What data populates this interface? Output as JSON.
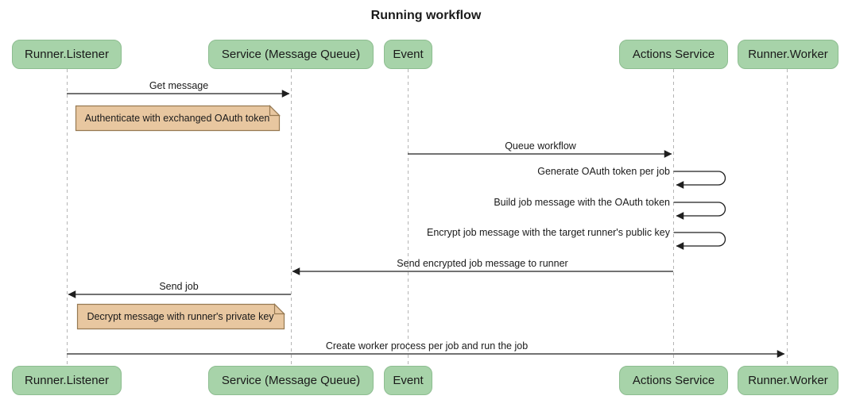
{
  "title": "Running workflow",
  "diagram_type": "sequence",
  "participants": [
    {
      "name": "Runner.Listener"
    },
    {
      "name": "Service (Message Queue)"
    },
    {
      "name": "Event"
    },
    {
      "name": "Actions Service"
    },
    {
      "name": "Runner.Worker"
    }
  ],
  "messages": [
    {
      "label": "Get message",
      "from": "Runner.Listener",
      "to": "Service (Message Queue)",
      "type": "solid-arrow"
    },
    {
      "label": "Queue workflow",
      "from": "Event",
      "to": "Actions Service",
      "type": "solid-arrow"
    },
    {
      "label": "Generate OAuth token per job",
      "from": "Actions Service",
      "to": "Actions Service",
      "type": "self-loop"
    },
    {
      "label": "Build job message with the OAuth token",
      "from": "Actions Service",
      "to": "Actions Service",
      "type": "self-loop"
    },
    {
      "label": "Encrypt job message with the target runner's public key",
      "from": "Actions Service",
      "to": "Actions Service",
      "type": "self-loop"
    },
    {
      "label": "Send encrypted job message to runner",
      "from": "Actions Service",
      "to": "Service (Message Queue)",
      "type": "solid-arrow"
    },
    {
      "label": "Send job",
      "from": "Service (Message Queue)",
      "to": "Runner.Listener",
      "type": "solid-arrow"
    },
    {
      "label": "Create worker process per job and run the job",
      "from": "Runner.Listener",
      "to": "Runner.Worker",
      "type": "solid-arrow"
    }
  ],
  "notes": [
    {
      "text": "Authenticate with exchanged OAuth token"
    },
    {
      "text": "Decrypt message with runner's private key"
    }
  ],
  "colors": {
    "participant_fill": "#a7d3a9",
    "participant_border": "#8dbd90",
    "note_fill": "#e8c7a0",
    "note_border": "#967952",
    "line": "#1f1f1f",
    "lifeline": "#b5b5b5",
    "text": "#1a1a1a",
    "background": "#ffffff"
  }
}
